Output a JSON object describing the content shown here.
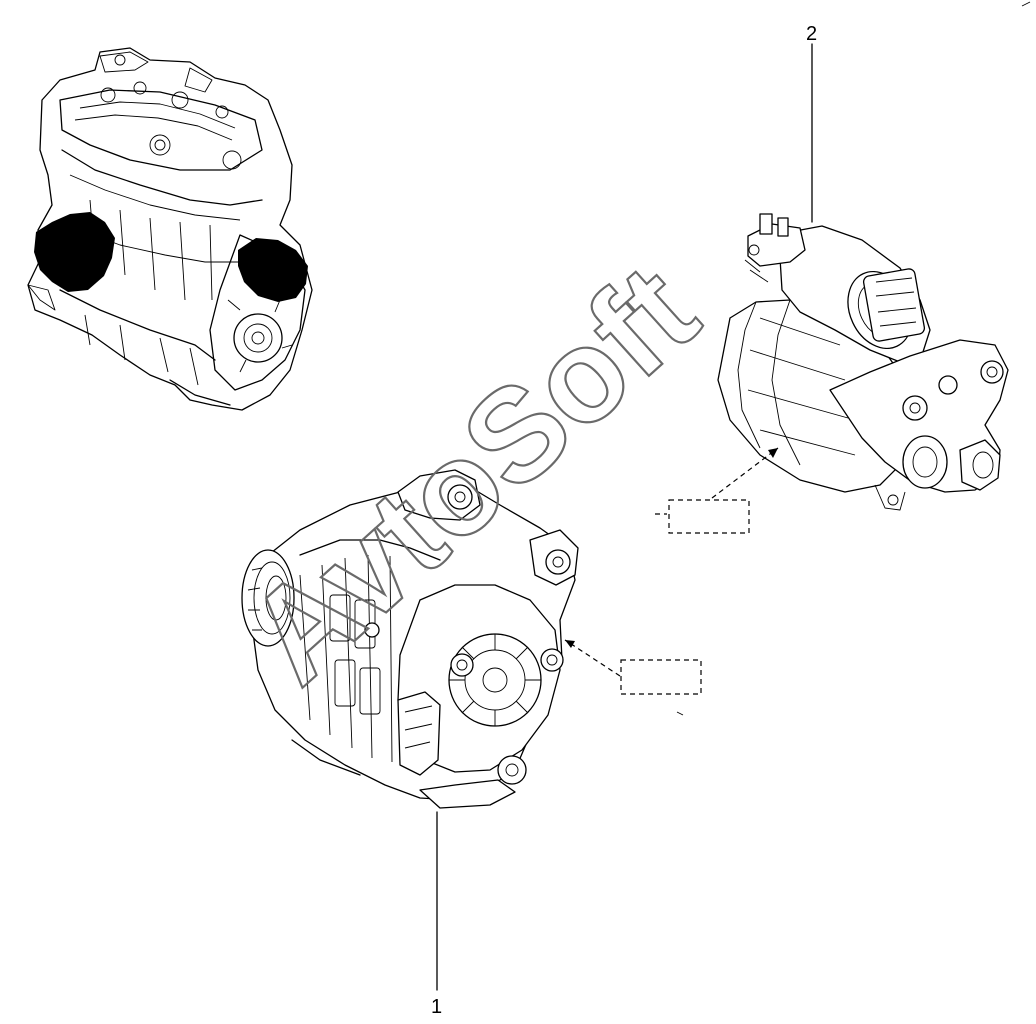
{
  "callouts": {
    "alternator": "1",
    "starter": "2"
  },
  "watermark": "AvtoSoft",
  "colors": {
    "line": "#000000",
    "watermark": "#6a6a6a",
    "background": "#ffffff"
  }
}
